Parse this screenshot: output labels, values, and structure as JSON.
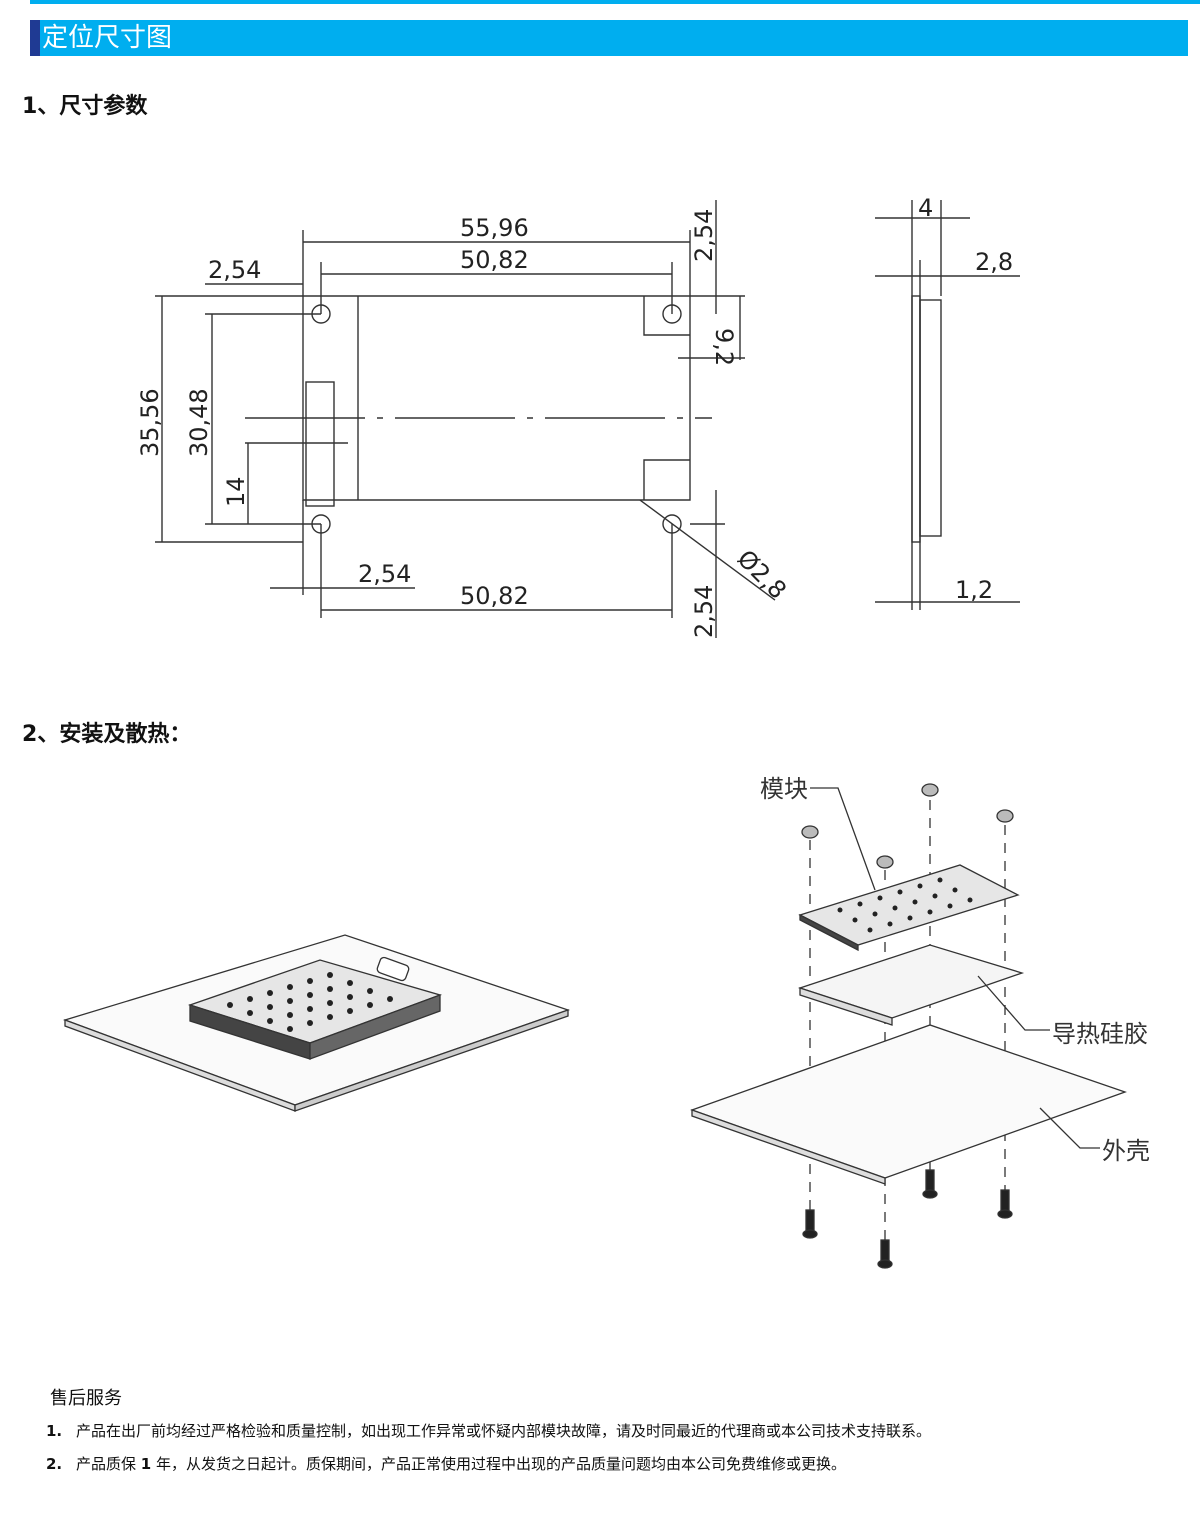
{
  "header": {
    "title": "定位尺寸图"
  },
  "section1": {
    "num": "1",
    "title": "、尺寸参数"
  },
  "section2": {
    "num": "2",
    "title": "、安装及散热："
  },
  "dimensions": {
    "top_overall": "55,96",
    "top_pitch": "50,82",
    "top_left_offset": "2,54",
    "top_right_offset": "2,54",
    "right_notch": "9,2",
    "height_overall": "35,56",
    "height_pitch": "30,48",
    "connector_offset": "14",
    "bottom_left_offset": "2,54",
    "bottom_pitch": "50,82",
    "bottom_right_offset": "2,54",
    "hole_diameter": "Ø2,8",
    "side_total": "4",
    "side_module": "2,8",
    "side_board": "1,2"
  },
  "assembly_labels": {
    "module": "模块",
    "thermal_pad": "导热硅胶",
    "housing": "外壳"
  },
  "service": {
    "title": "售后服务",
    "items": [
      {
        "num": "1.",
        "text": "产品在出厂前均经过严格检验和质量控制，如出现工作异常或怀疑内部模块故障，请及时同最近的代理商或本公司技术支持联系。"
      },
      {
        "num": "2.",
        "text_pre": "产品质保 ",
        "bold": "1",
        "text_post": " 年，从发货之日起计。质保期间，产品正常使用过程中出现的产品质量问题均由本公司免费维修或更换。"
      }
    ]
  },
  "colors": {
    "header": "#00AEEF",
    "accent": "#1F3A93"
  }
}
